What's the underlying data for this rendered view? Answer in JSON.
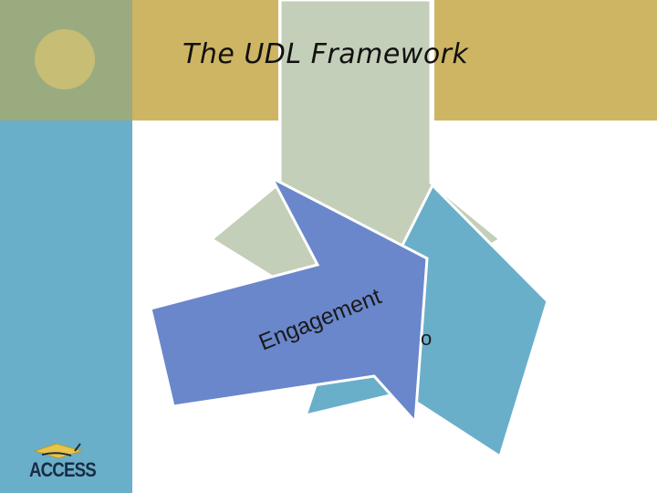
{
  "slide": {
    "title": "The UDL Framework",
    "arrows": {
      "engagement": "Engagement",
      "hidden_fragment": "o"
    },
    "logo_text": "ACCESS"
  },
  "colors": {
    "olive": "#9aab80",
    "gold": "#cdb563",
    "sage": "#c3cfb8",
    "teal": "#6aafc9",
    "blue_arrow": "#6a87cb",
    "circle": "#c7bd74"
  }
}
